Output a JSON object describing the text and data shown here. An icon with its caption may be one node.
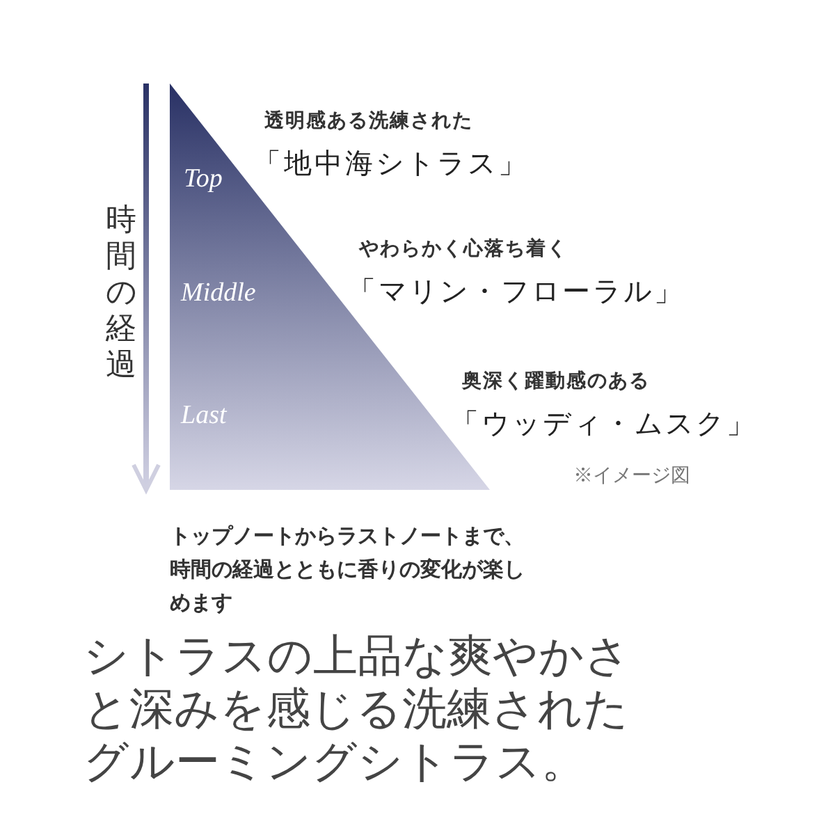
{
  "diagram": {
    "nodes": [
      {
        "text": [
          "Top"
        ],
        "beside": [
          "透明感ある洗練された",
          "「地中海シトラス」"
        ]
      },
      {
        "text": [
          "Middle"
        ],
        "beside": [
          "やわらかく心落ち着く",
          "「マリン・フローラル」"
        ]
      },
      {
        "text": [
          "Last"
        ],
        "beside": [
          "奥深く躍動感のある",
          "「ウッディ・ムスク」"
        ]
      }
    ],
    "labels": [
      "時間の経過",
      "※イメージ図",
      "トップノートからラストノートまで、時間の経過とともに香りの変化が楽しめます",
      "シトラスの上品な爽やかさと深みを感じる洗練されたグルーミングシトラス。"
    ]
  }
}
